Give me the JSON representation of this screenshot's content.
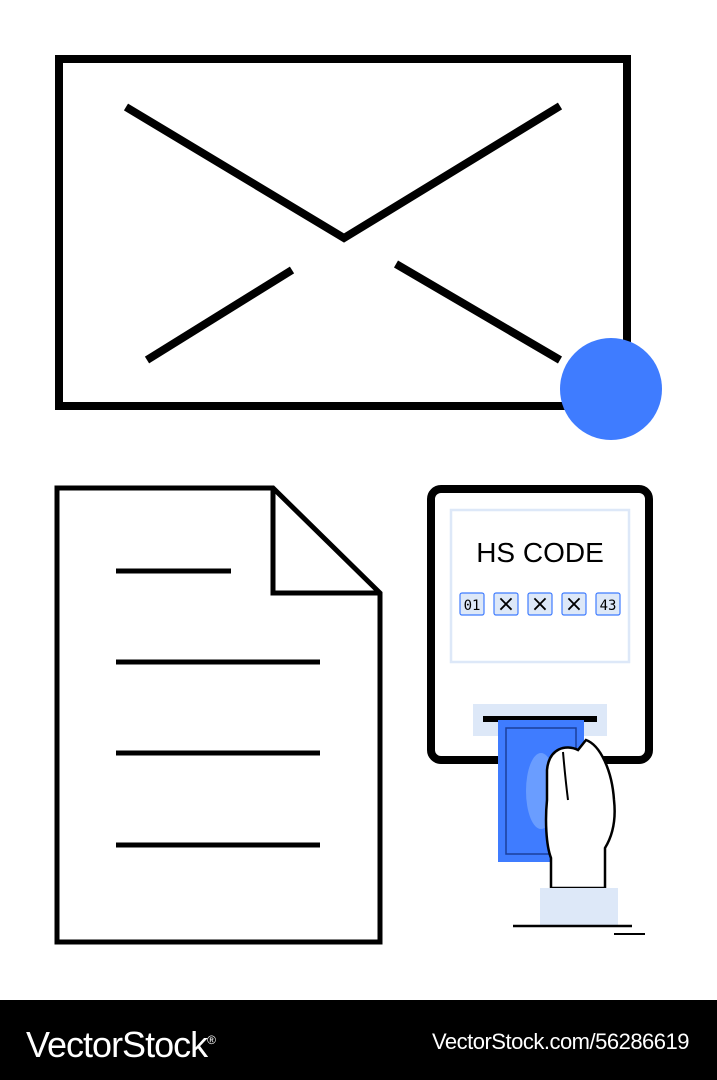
{
  "screen": {
    "code_label": "HS CODE",
    "code_boxes": [
      "01",
      "×",
      "×",
      "×",
      "43"
    ]
  },
  "footer": {
    "brand": "VectorStock",
    "registered_mark": "®",
    "credit": "VectorStock.com/56286619"
  },
  "colors": {
    "accent_blue": "#3f7cff",
    "light_blue": "#dde8f8",
    "line_black": "#000000",
    "background": "#ffffff"
  },
  "icons": [
    "envelope-icon",
    "notification-dot",
    "document-icon",
    "kiosk-screen",
    "banknote-icon",
    "hand-icon"
  ]
}
